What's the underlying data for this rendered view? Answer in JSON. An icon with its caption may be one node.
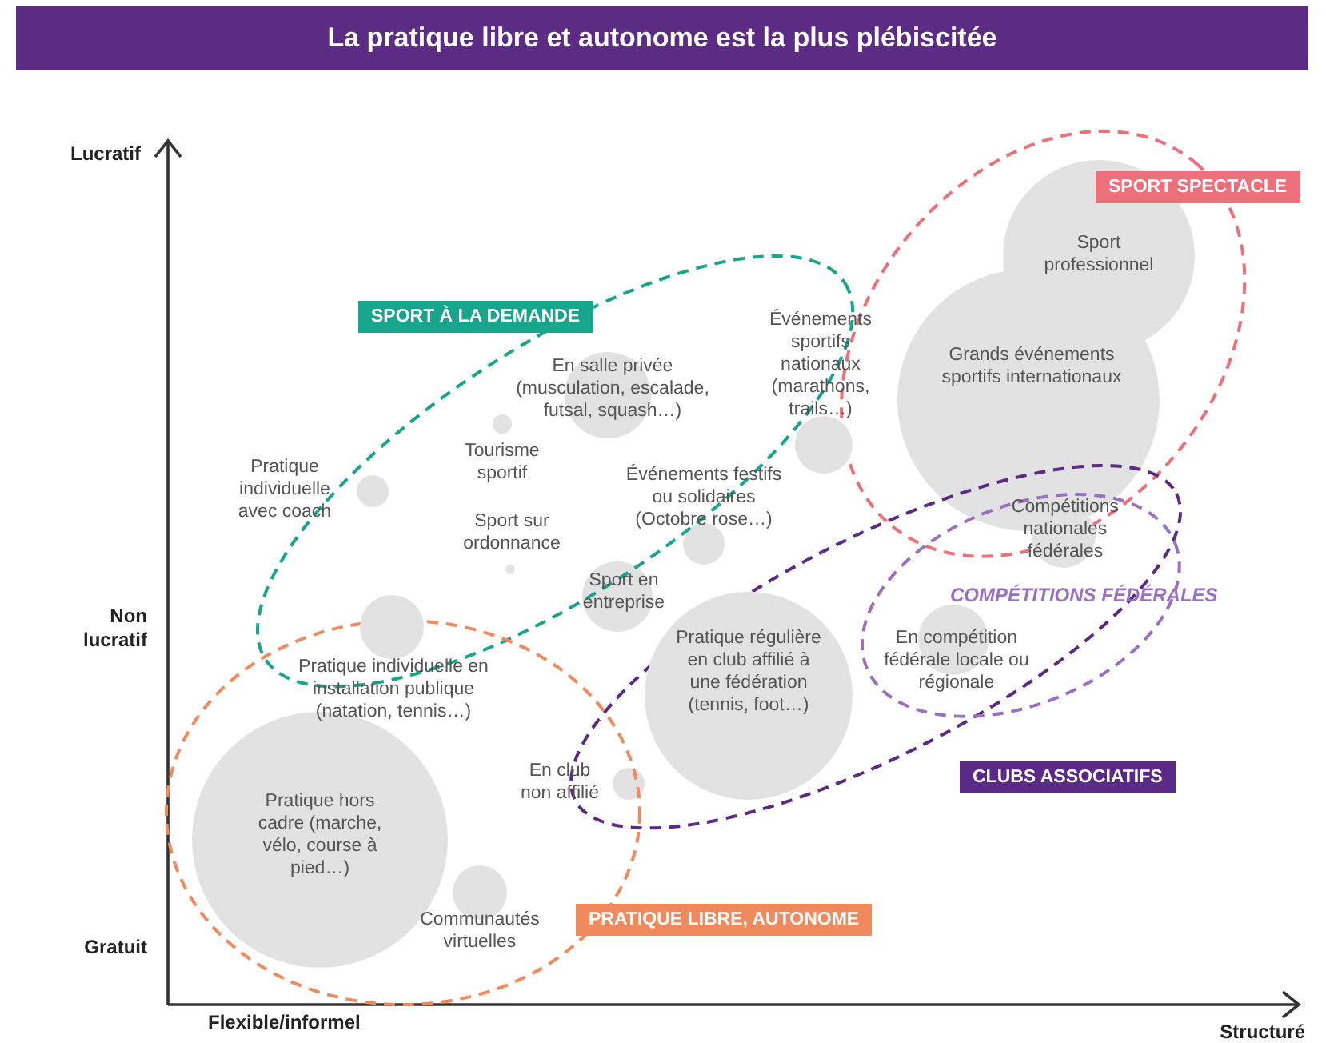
{
  "diagram": {
    "title": "La pratique libre et autonome est la plus plébiscitée",
    "nodes": [
      {
        "text": [
          "SPORT SPECTACLE"
        ]
      },
      {
        "text": [
          "Sport professionnel"
        ],
        "in": 0
      },
      {
        "text": [
          "SPORT À LA DEMANDE"
        ]
      },
      {
        "text": [
          "Événements sportifs nationaux (marathons, trails…)"
        ],
        "in": 2
      },
      {
        "text": [
          "Grands événements sportifs internationaux"
        ],
        "in": 0
      },
      {
        "text": [
          "En salle privée (musculation, escalade, futsal, squash…)"
        ],
        "in": 2
      },
      {
        "text": [
          "Tourisme sportif"
        ],
        "in": 2
      },
      {
        "text": [
          "Pratique individuelle avec coach"
        ],
        "in": 2
      },
      {
        "text": [
          "Événements festifs ou solidaires (Octobre rose…)"
        ]
      },
      {
        "text": [
          "Sport sur ordonnance"
        ],
        "in": 2
      },
      {
        "text": [
          "Sport en entreprise"
        ]
      },
      {
        "text": [
          "CLUBS ASSOCIATIFS"
        ]
      },
      {
        "text": [
          "COMPÉTITIONS FÉDÉRALES"
        ],
        "in": 11
      },
      {
        "text": [
          "Compétitions nationales fédérales"
        ],
        "in": 12
      },
      {
        "text": [
          "PRATIQUE LIBRE, AUTONOME"
        ]
      },
      {
        "text": [
          "Pratique individuelle en installation publique (natation, tennis…)"
        ],
        "in": 14
      },
      {
        "text": [
          "Pratique régulière en club affilié à une fédération (tennis, foot…)"
        ],
        "in": 11
      },
      {
        "text": [
          "En compétition fédérale locale ou régionale"
        ],
        "in": 12
      },
      {
        "text": [
          "En club non affilié"
        ],
        "in": 11
      },
      {
        "text": [
          "Pratique hors cadre (marche, vélo, course à pied…)"
        ],
        "in": 14
      },
      {
        "text": [
          "Communautés virtuelles"
        ],
        "in": 14
      }
    ],
    "labels": [
      "Lucratif",
      "Non lucratif",
      "Gratuit",
      "Flexible/informel",
      "Structuré"
    ]
  }
}
